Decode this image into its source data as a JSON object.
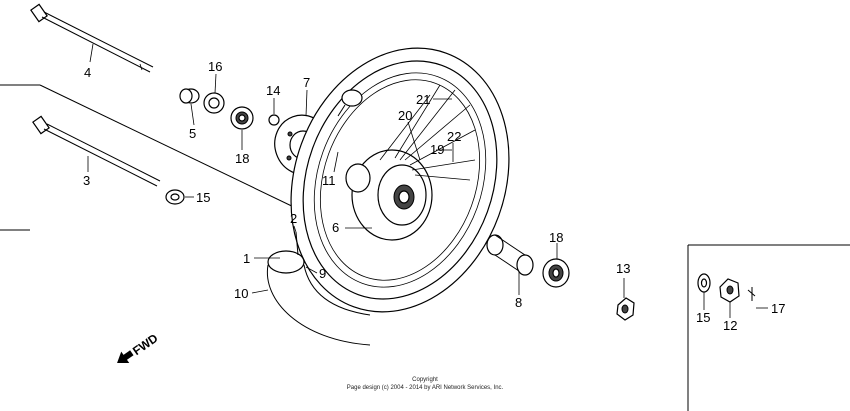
{
  "callouts": [
    {
      "id": "4",
      "text": "4"
    },
    {
      "id": "16",
      "text": "16"
    },
    {
      "id": "5",
      "text": "5"
    },
    {
      "id": "18a",
      "text": "18"
    },
    {
      "id": "14",
      "text": "14"
    },
    {
      "id": "7",
      "text": "7"
    },
    {
      "id": "3",
      "text": "3"
    },
    {
      "id": "15a",
      "text": "15"
    },
    {
      "id": "11",
      "text": "11"
    },
    {
      "id": "21",
      "text": "21"
    },
    {
      "id": "20",
      "text": "20"
    },
    {
      "id": "22",
      "text": "22"
    },
    {
      "id": "19",
      "text": "19"
    },
    {
      "id": "6",
      "text": "6"
    },
    {
      "id": "2",
      "text": "2"
    },
    {
      "id": "1",
      "text": "1"
    },
    {
      "id": "9",
      "text": "9"
    },
    {
      "id": "10",
      "text": "10"
    },
    {
      "id": "18b",
      "text": "18"
    },
    {
      "id": "8",
      "text": "8"
    },
    {
      "id": "13",
      "text": "13"
    },
    {
      "id": "15b",
      "text": "15"
    },
    {
      "id": "12",
      "text": "12"
    },
    {
      "id": "17",
      "text": "17"
    }
  ],
  "fwd_label": "FWD",
  "copyright": {
    "line1": "Copyright",
    "line2": "Page design (c) 2004 - 2014 by ARI Network Services, Inc."
  }
}
